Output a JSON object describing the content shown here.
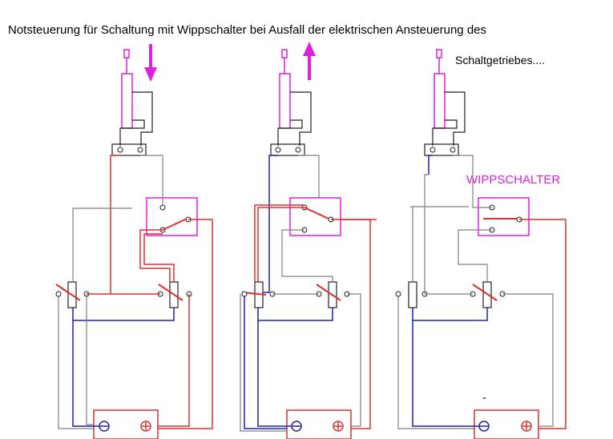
{
  "title_line1": "Notsteuerung für Schaltung mit Wippschalter bei Ausfall der elektrischen Ansteuerung des",
  "title_line2": "Schaltgetriebes....",
  "switch_label": "WIPPSCHALTER",
  "colors": {
    "magenta": "#e020e0",
    "red": "#e03030",
    "blue": "#2020b0",
    "gray": "#808080",
    "black": "#202020"
  },
  "panels": [
    {
      "id": "left",
      "arrow": "down"
    },
    {
      "id": "middle",
      "arrow": "up"
    },
    {
      "id": "right",
      "arrow": "none"
    }
  ]
}
